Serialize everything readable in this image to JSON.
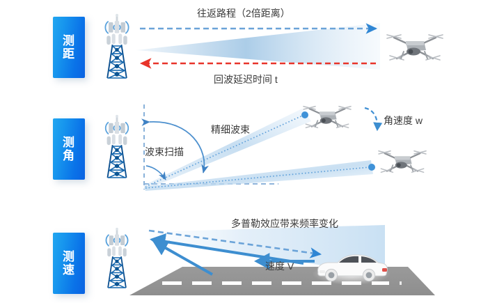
{
  "diagram": {
    "title_semantic": "radar-measurement-principles",
    "background": "#ffffff",
    "accent_blue": "#2f86d4",
    "badge_gradient_from": "#22a6f0",
    "badge_gradient_to": "#0b63e2",
    "echo_red": "#e8342a",
    "road_gray": "#939393",
    "text_color": "#3a3a3a"
  },
  "sections": [
    {
      "id": "ranging",
      "badge_line1": "测",
      "badge_line2": "距",
      "badge_text": "测距",
      "tower_icon": "cell-tower-icon",
      "target_icon": "drone-icon",
      "label_top": "往返路程（2倍距离）",
      "label_bottom": "回波延迟时间 t",
      "outbound_arrow": "dashed-blue-arrow-right",
      "return_arrow": "dashed-red-arrow-left"
    },
    {
      "id": "angle",
      "badge_line1": "测",
      "badge_line2": "角",
      "badge_text": "测角",
      "tower_icon": "cell-tower-icon",
      "target_icon": "drone-icon",
      "label_beam": "精细波束",
      "label_scan": "波束扫描",
      "label_angular_velocity": "角速度 w",
      "reference_line": "vertical-dashed-line",
      "scan_arrow": "curved-double-arrow",
      "angular_arrow": "dashed-curved-arrow-down",
      "beam_count": 2
    },
    {
      "id": "velocity",
      "badge_line1": "测",
      "badge_line2": "速",
      "badge_text": "测速",
      "tower_icon": "cell-tower-icon",
      "target_icon": "car-icon",
      "label_doppler": "多普勒效应带来频率变化",
      "label_velocity": "速度 V",
      "road_icon": "road-icon",
      "echo_arrows": "solid-blue-arrows-up-left",
      "transmit_arrow": "dashed-blue-arrow-right",
      "velocity_arrow": "solid-blue-arrow-left"
    }
  ]
}
